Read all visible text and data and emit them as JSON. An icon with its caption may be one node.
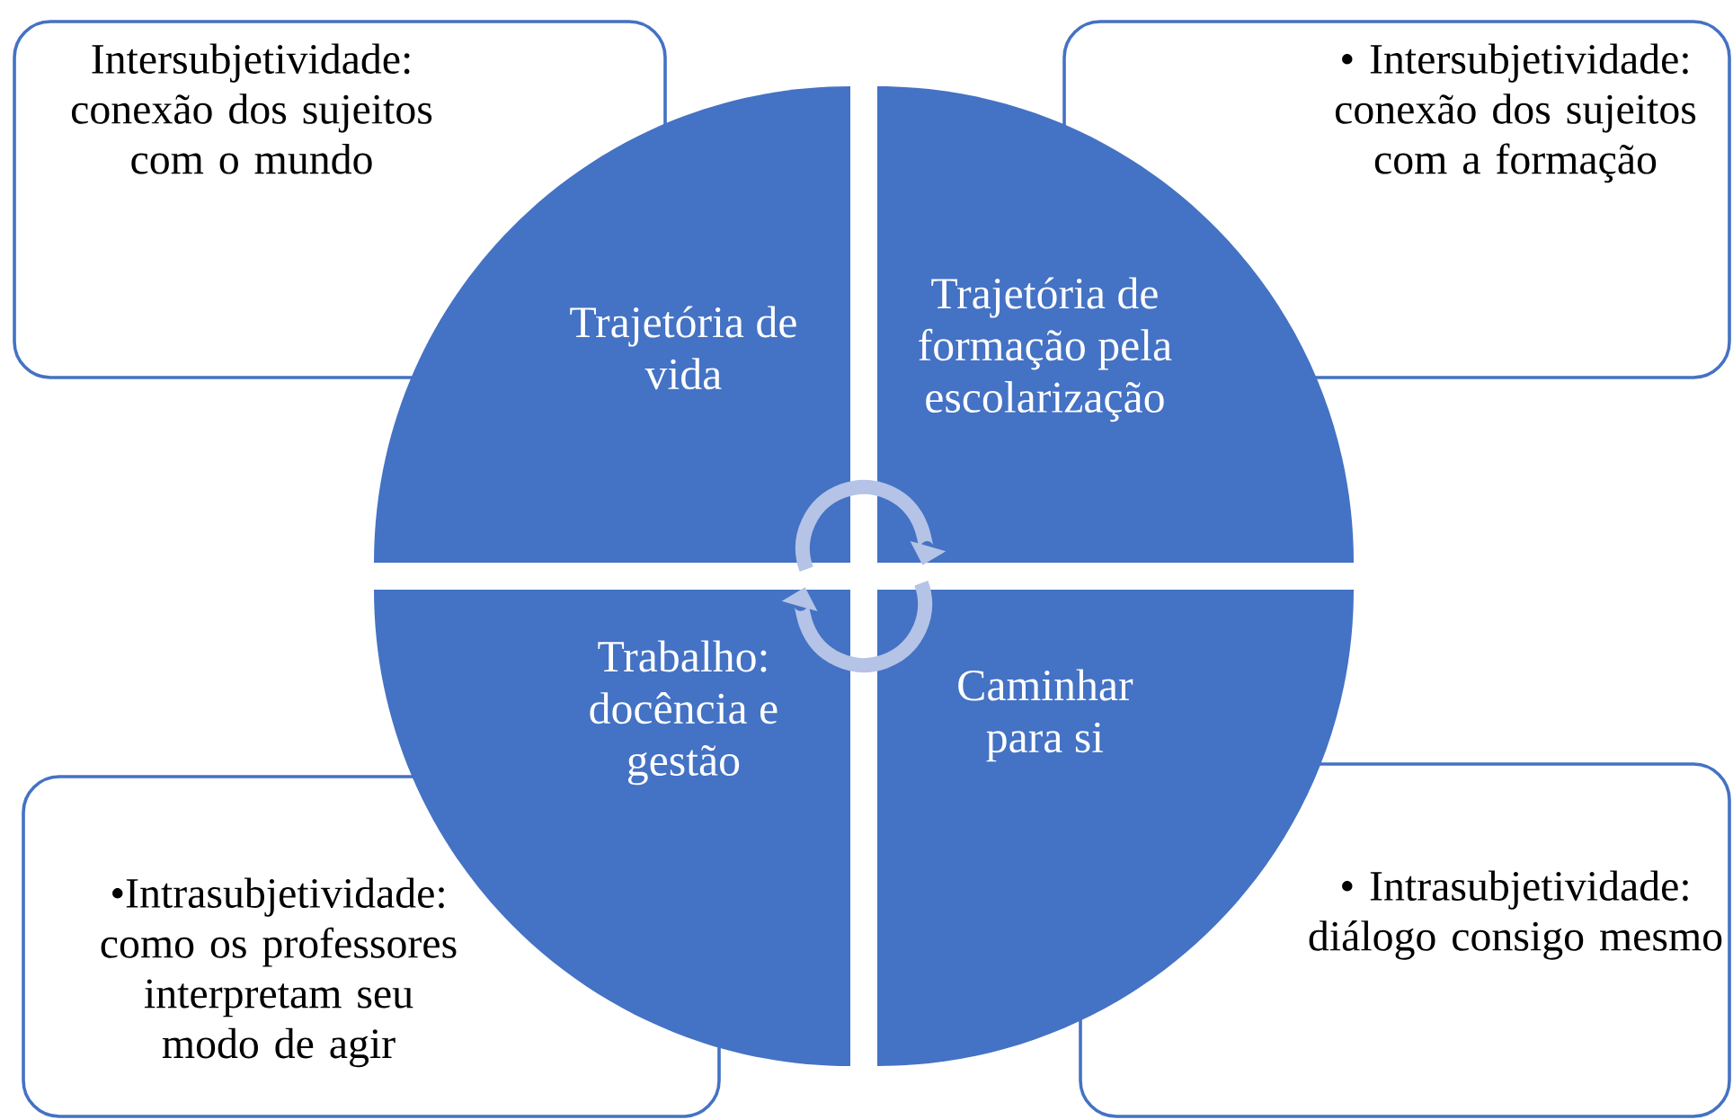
{
  "diagram": {
    "nodes": [
      {
        "text": [
          "Intersubjetividade: conexão dos sujeitos com o mundo"
        ]
      },
      {
        "text": [
          "• Intersubjetividade: conexão dos sujeitos com a formação"
        ]
      },
      {
        "text": [
          "Trajetória de vida"
        ]
      },
      {
        "text": [
          "Trajetória de formação pela escolarização"
        ]
      },
      {
        "text": [
          "Trabalho: docência e gestão"
        ]
      },
      {
        "text": [
          "Caminhar para si"
        ]
      },
      {
        "text": [
          "•Intrasubjetividade: como os professores interpretam seu modo de agir"
        ]
      },
      {
        "text": [
          "• Intrasubjetividade: diálogo consigo mesmo"
        ]
      }
    ],
    "edges": [
      {
        "from": 2,
        "to": 3,
        "arrow": "to"
      },
      {
        "from": 5,
        "to": 4,
        "arrow": "to"
      }
    ]
  }
}
